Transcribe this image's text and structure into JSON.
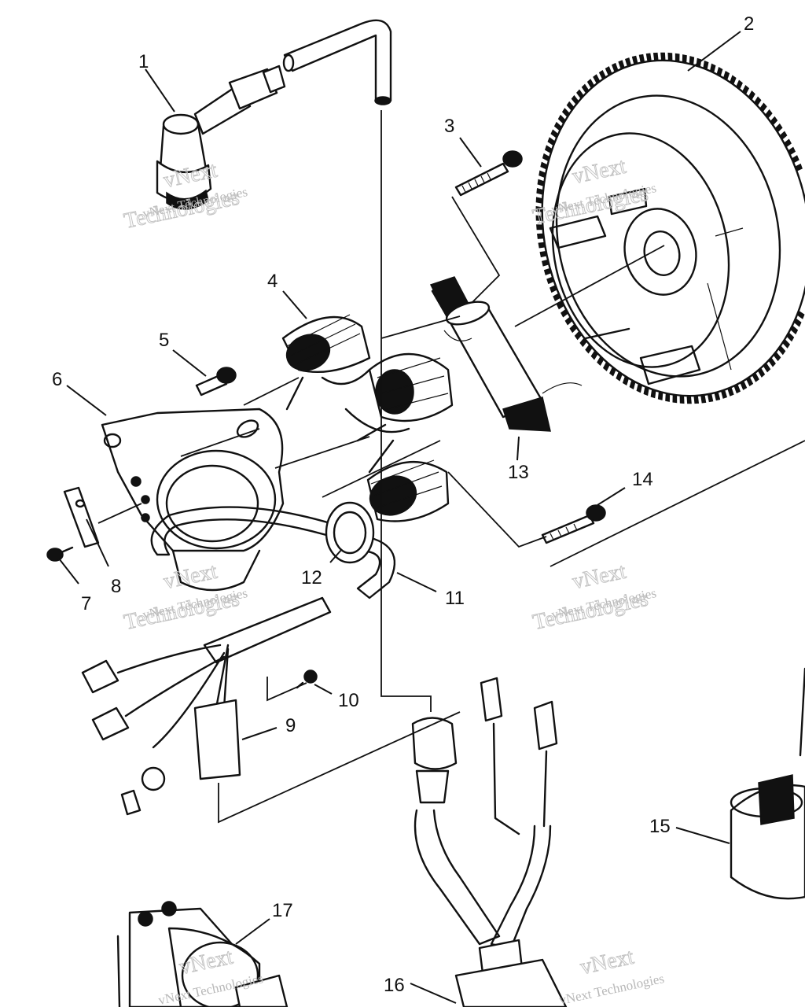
{
  "callouts": {
    "c1": "1",
    "c2": "2",
    "c3": "3",
    "c4": "4",
    "c5": "5",
    "c6": "6",
    "c7": "7",
    "c8": "8",
    "c9": "9",
    "c10": "10",
    "c11": "11",
    "c12": "12",
    "c13": "13",
    "c14": "14",
    "c15": "15",
    "c16": "16",
    "c17": "17"
  },
  "watermark": {
    "brand": "vNext",
    "line": "vNext Technologies",
    "word": "Technologies"
  },
  "colors": {
    "ink": "#111111",
    "paper": "#ffffff",
    "watermark": "#b8b8b8"
  }
}
